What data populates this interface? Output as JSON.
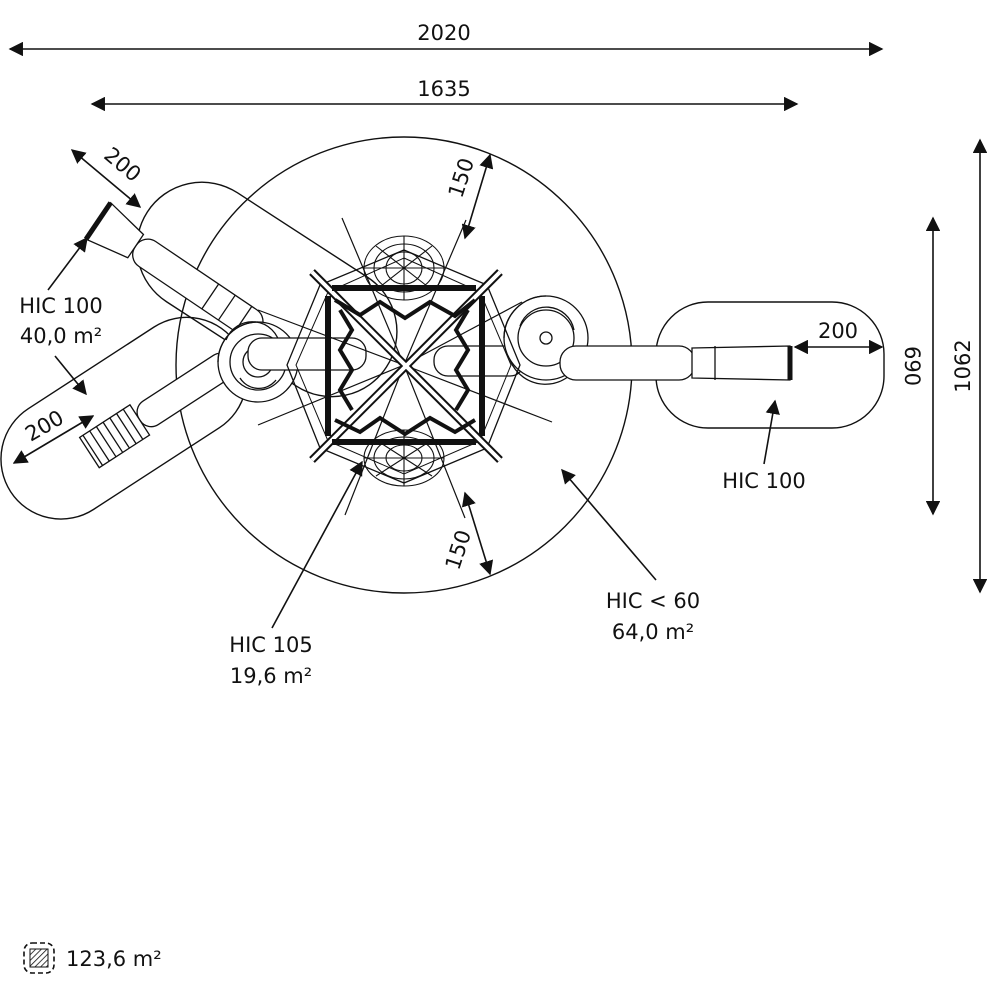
{
  "colors": {
    "line": "#111111",
    "background": "#ffffff",
    "fill_light": "#f2f2f2"
  },
  "dimensions": {
    "overall_width": "2020",
    "inner_width": "1635",
    "overall_height": "1062",
    "inner_height": "690",
    "clearance_top_left": "200",
    "clearance_bottom_left": "200",
    "clearance_right": "200",
    "clearance_top": "150",
    "clearance_bottom": "150"
  },
  "zones": {
    "upper_left": {
      "hic": "HIC 100",
      "area": "40,0 m²"
    },
    "right": {
      "hic": "HIC 100"
    },
    "center": {
      "hic": "HIC 105",
      "area": "19,6 m²"
    },
    "circle": {
      "hic": "HIC < 60",
      "area": "64,0 m²"
    }
  },
  "legend": {
    "icon": "hatched-square-icon",
    "total_area": "123,6 m²"
  }
}
